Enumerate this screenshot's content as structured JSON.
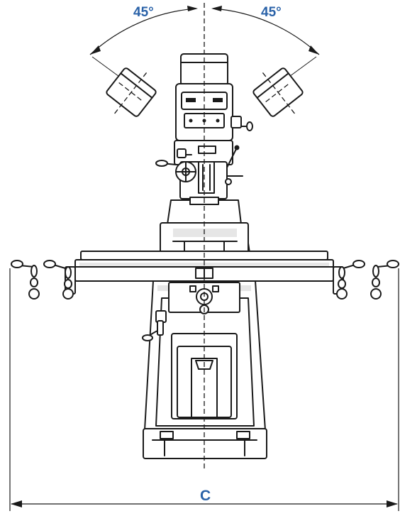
{
  "labels": {
    "tilt_left": "45°",
    "tilt_right": "45°",
    "width_dimension": "C"
  },
  "colors": {
    "label_text": "#2a62a8",
    "line_art": "#1a1a1a",
    "background": "#ffffff"
  }
}
